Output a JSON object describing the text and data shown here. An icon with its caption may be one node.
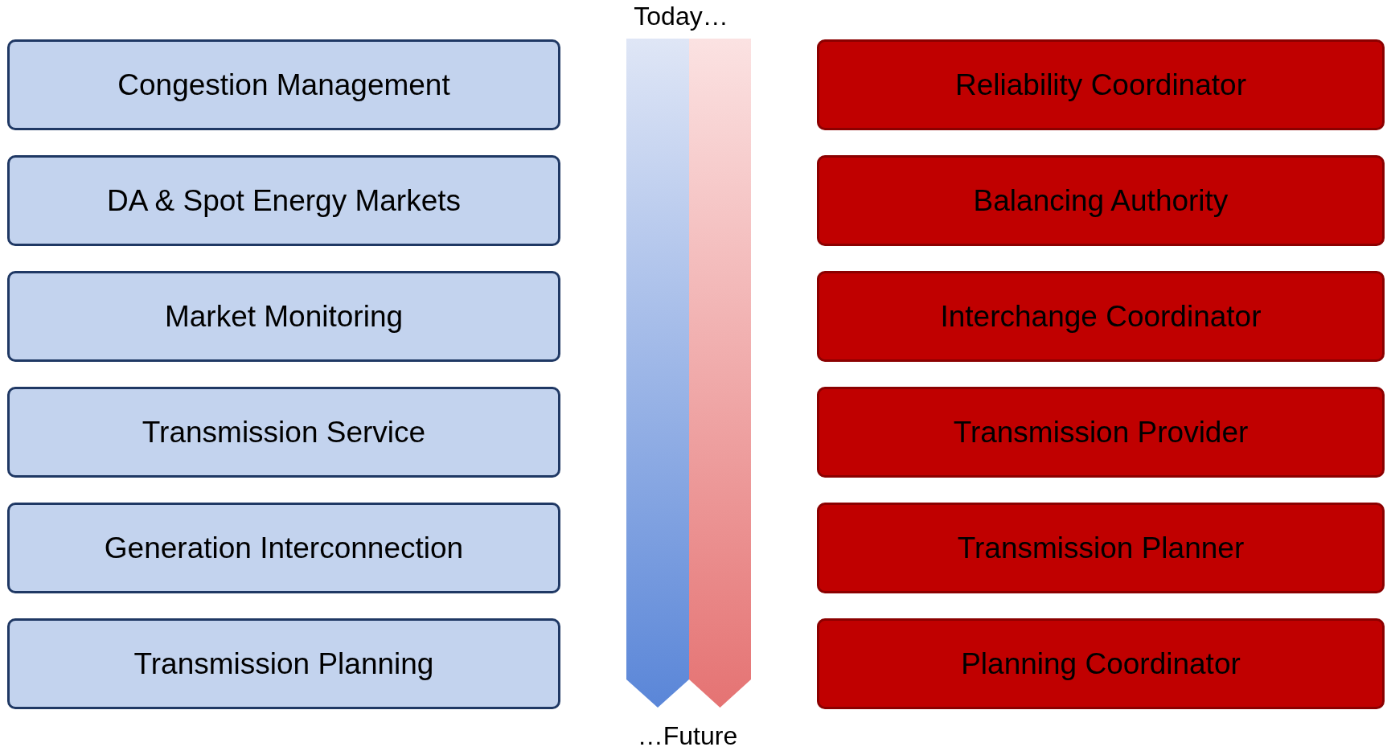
{
  "diagram": {
    "nodes": [
      {
        "text": [
          "Congestion Management"
        ]
      },
      {
        "text": [
          "DA & Spot Energy Markets"
        ]
      },
      {
        "text": [
          "Market Monitoring"
        ]
      },
      {
        "text": [
          "Transmission Service"
        ]
      },
      {
        "text": [
          "Generation Interconnection"
        ]
      },
      {
        "text": [
          "Transmission Planning"
        ]
      },
      {
        "text": [
          "Reliability Coordinator"
        ]
      },
      {
        "text": [
          "Balancing Authority"
        ]
      },
      {
        "text": [
          "Interchange Coordinator"
        ]
      },
      {
        "text": [
          "Transmission Provider"
        ]
      },
      {
        "text": [
          "Transmission Planner"
        ]
      },
      {
        "text": [
          "Planning Coordinator"
        ]
      }
    ],
    "labels": [
      "Today…",
      "…Future"
    ]
  }
}
